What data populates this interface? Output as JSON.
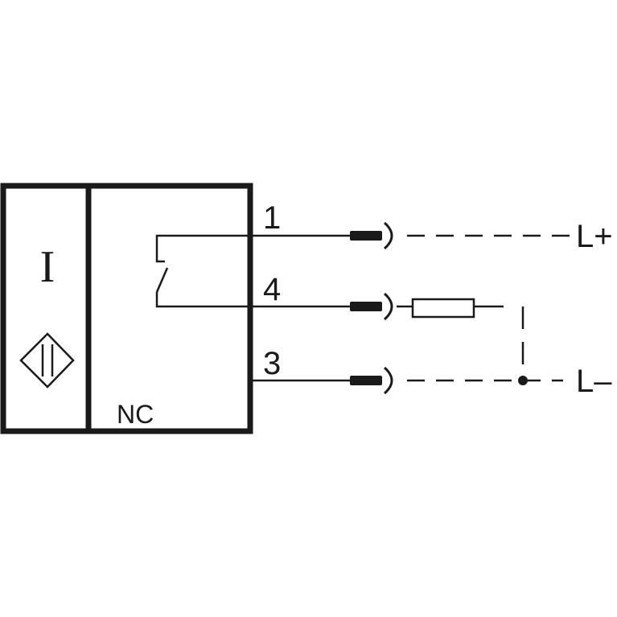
{
  "sensor": {
    "function_symbol": "I",
    "output_type": "NC"
  },
  "terminals": [
    {
      "number": "1",
      "supply": "L+"
    },
    {
      "number": "4",
      "supply": ""
    },
    {
      "number": "3",
      "supply": "L–"
    }
  ],
  "colors": {
    "line": "#1a1a1a",
    "background": "#ffffff"
  }
}
